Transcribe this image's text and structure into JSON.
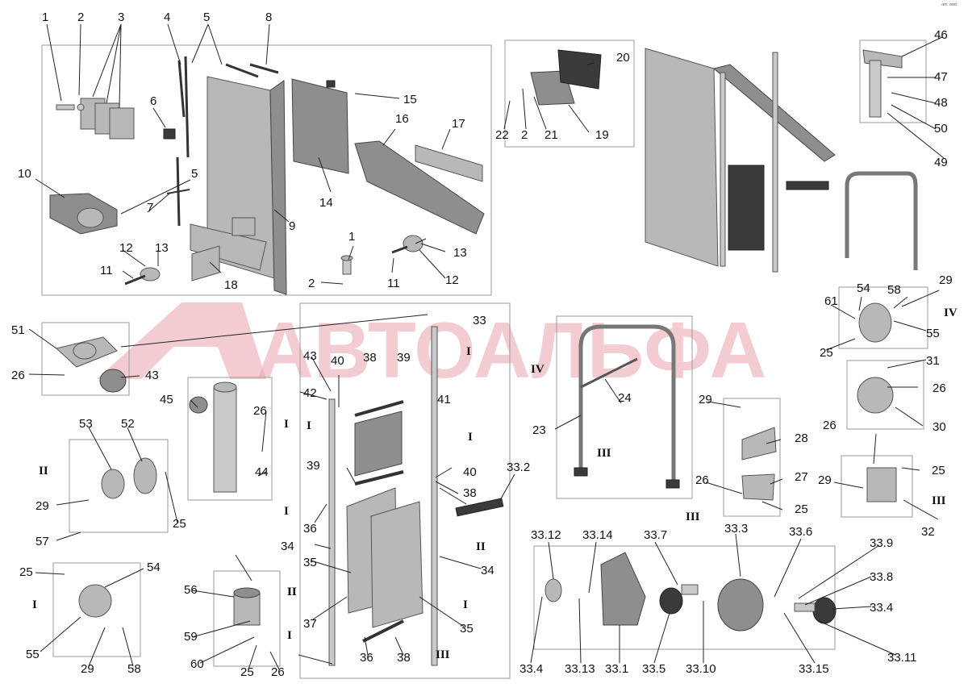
{
  "corner_mark": "ⁿᵐ ᵒᵒᵒ",
  "watermark": "АВТОАЛЬФА",
  "callouts": [
    "1",
    "2",
    "3",
    "4",
    "5",
    "8",
    "6",
    "10",
    "5",
    "7",
    "9",
    "12",
    "13",
    "11",
    "18",
    "14",
    "15",
    "16",
    "17",
    "1",
    "2",
    "20",
    "22",
    "2",
    "21",
    "19",
    "13",
    "11",
    "12",
    "46",
    "47",
    "48",
    "50",
    "49",
    "51",
    "26",
    "43",
    "33",
    "40",
    "38",
    "39",
    "43",
    "42",
    "41",
    "45",
    "26",
    "44",
    "39",
    "40",
    "38",
    "53",
    "52",
    "29",
    "57",
    "25",
    "36",
    "34",
    "35",
    "37",
    "36",
    "38",
    "34",
    "35",
    "33.2",
    "33.12",
    "33.14",
    "33.7",
    "33.3",
    "33.6",
    "33.9",
    "33.8",
    "33.4",
    "33.4",
    "33.13",
    "33.1",
    "33.5",
    "33.10",
    "33.15",
    "33.11",
    "54",
    "58",
    "29",
    "61",
    "55",
    "25",
    "31",
    "26",
    "30",
    "26",
    "25",
    "29",
    "32",
    "29",
    "28",
    "26",
    "27",
    "25",
    "23",
    "24",
    "25",
    "54",
    "29",
    "58",
    "56",
    "59",
    "60",
    "25",
    "26",
    "55"
  ],
  "roman": [
    "I",
    "I",
    "I",
    "II",
    "II",
    "II",
    "II",
    "III",
    "III",
    "III",
    "III",
    "IV",
    "IV",
    "I",
    "I",
    "I",
    "I",
    "I"
  ]
}
